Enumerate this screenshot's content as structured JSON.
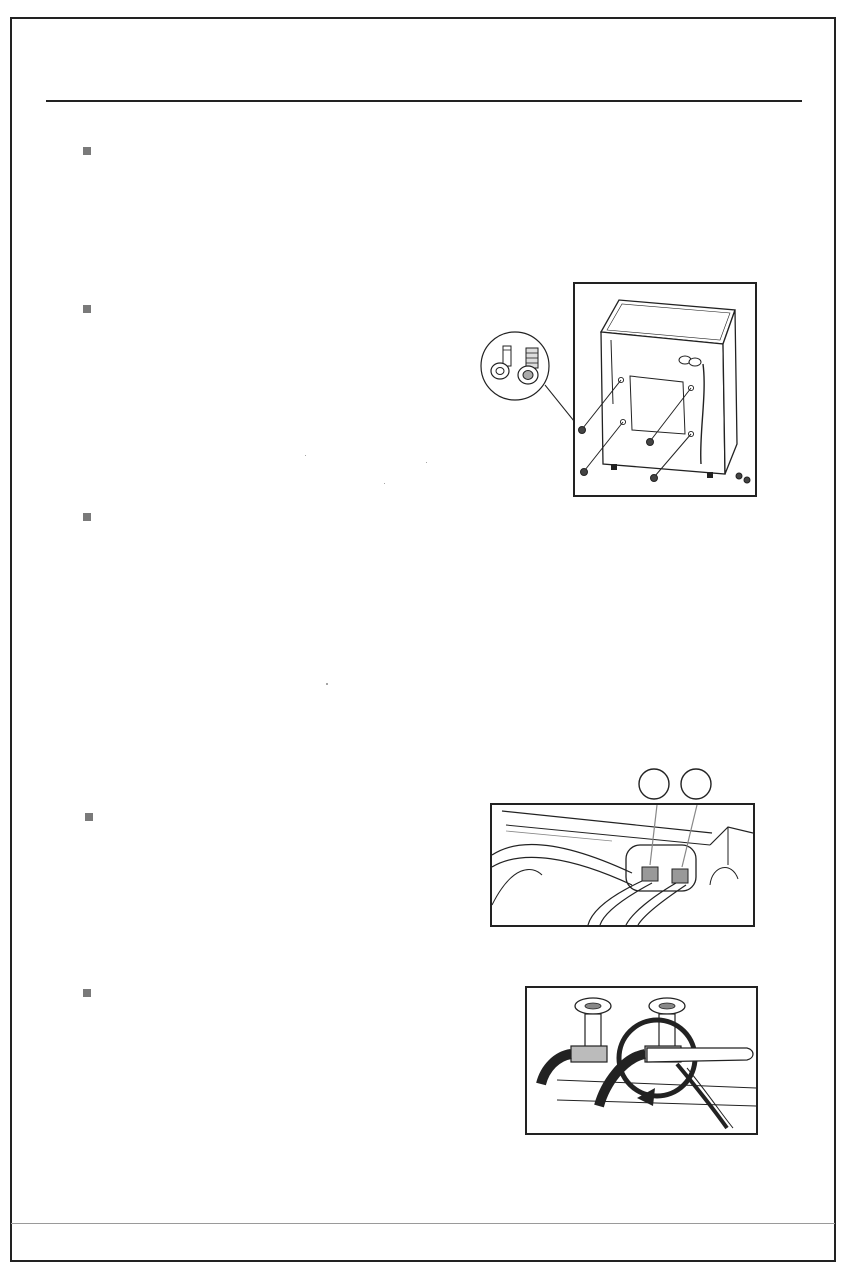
{
  "page": {
    "sections": [
      {
        "id": "section-1",
        "text": ""
      },
      {
        "id": "section-2",
        "text": ""
      },
      {
        "id": "section-3",
        "text": ""
      },
      {
        "id": "section-4",
        "text": ""
      },
      {
        "id": "section-5",
        "text": ""
      }
    ],
    "icons": {
      "bullet": "square-bullet-icon",
      "figure1": "washer-rear-transit-bolts-icon",
      "figure2": "inlet-valve-connection-icon",
      "figure3": "tap-hose-wrench-icon"
    },
    "colors": {
      "line": "#222222",
      "bullet": "#7a7a7a",
      "rule_bottom": "#9a9a9a"
    }
  }
}
